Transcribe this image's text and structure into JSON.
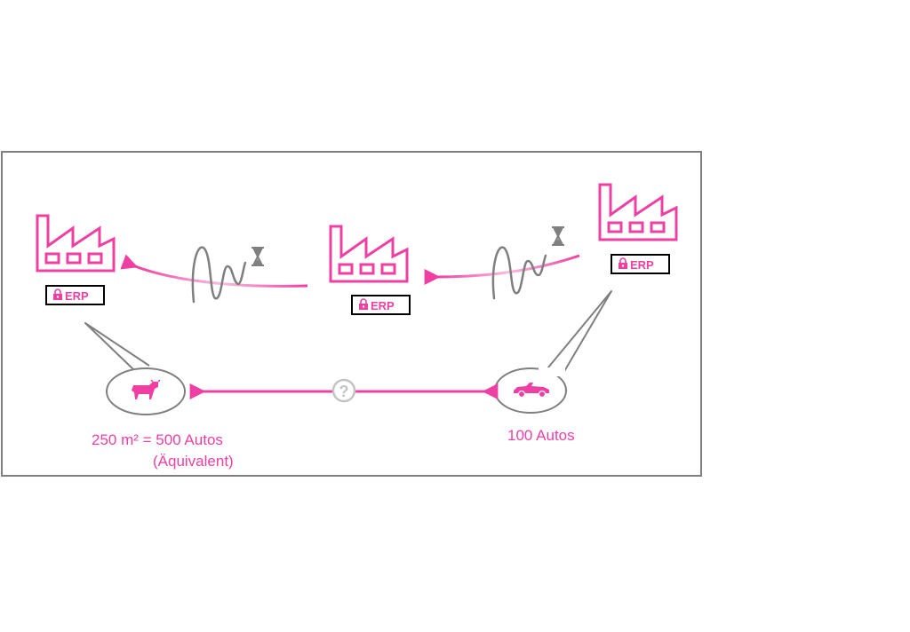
{
  "colors": {
    "accent": "#ee3fa3",
    "gray": "#7f7f7f",
    "light_gray": "#c4c4c4"
  },
  "factories": [
    {
      "erp_label": "ERP",
      "icon": "factory-icon"
    },
    {
      "erp_label": "ERP",
      "icon": "factory-icon"
    },
    {
      "erp_label": "ERP",
      "icon": "factory-icon"
    }
  ],
  "left_bubble": {
    "icon": "cow-icon",
    "caption_line1": "250 m² = 500 Autos",
    "caption_line2": "(Äquivalent)"
  },
  "right_bubble": {
    "icon": "car-icon",
    "caption": "100 Autos"
  },
  "comparison": {
    "icon": "question-mark-icon",
    "symbol": "?"
  },
  "delay_icon": "hourglass-icon"
}
